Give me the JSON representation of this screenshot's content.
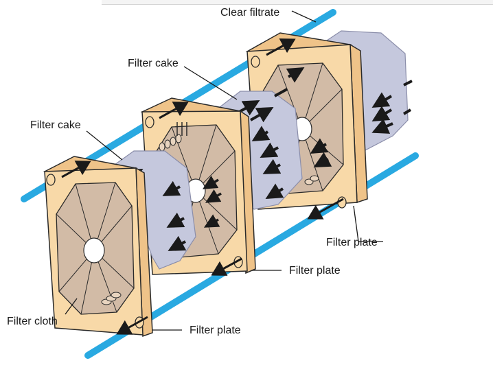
{
  "labels": {
    "clear_filtrate": "Clear filtrate",
    "filter_cake_top": "Filter cake",
    "filter_cake_left": "Filter cake",
    "filter_cloth": "Filter cloth",
    "filter_plate_right": "Filter plate",
    "filter_plate_middle": "Filter plate",
    "filter_plate_front": "Filter plate"
  },
  "colors": {
    "pipe": "#29a9e1",
    "plate_face": "#f8d9a8",
    "plate_side": "#efc389",
    "plate_stroke": "#2a2a2a",
    "cloth": "#d2bba6",
    "cake": "#c5c8dd",
    "cake_shadow": "#a9acc6",
    "arrow": "#1a1a1a"
  }
}
